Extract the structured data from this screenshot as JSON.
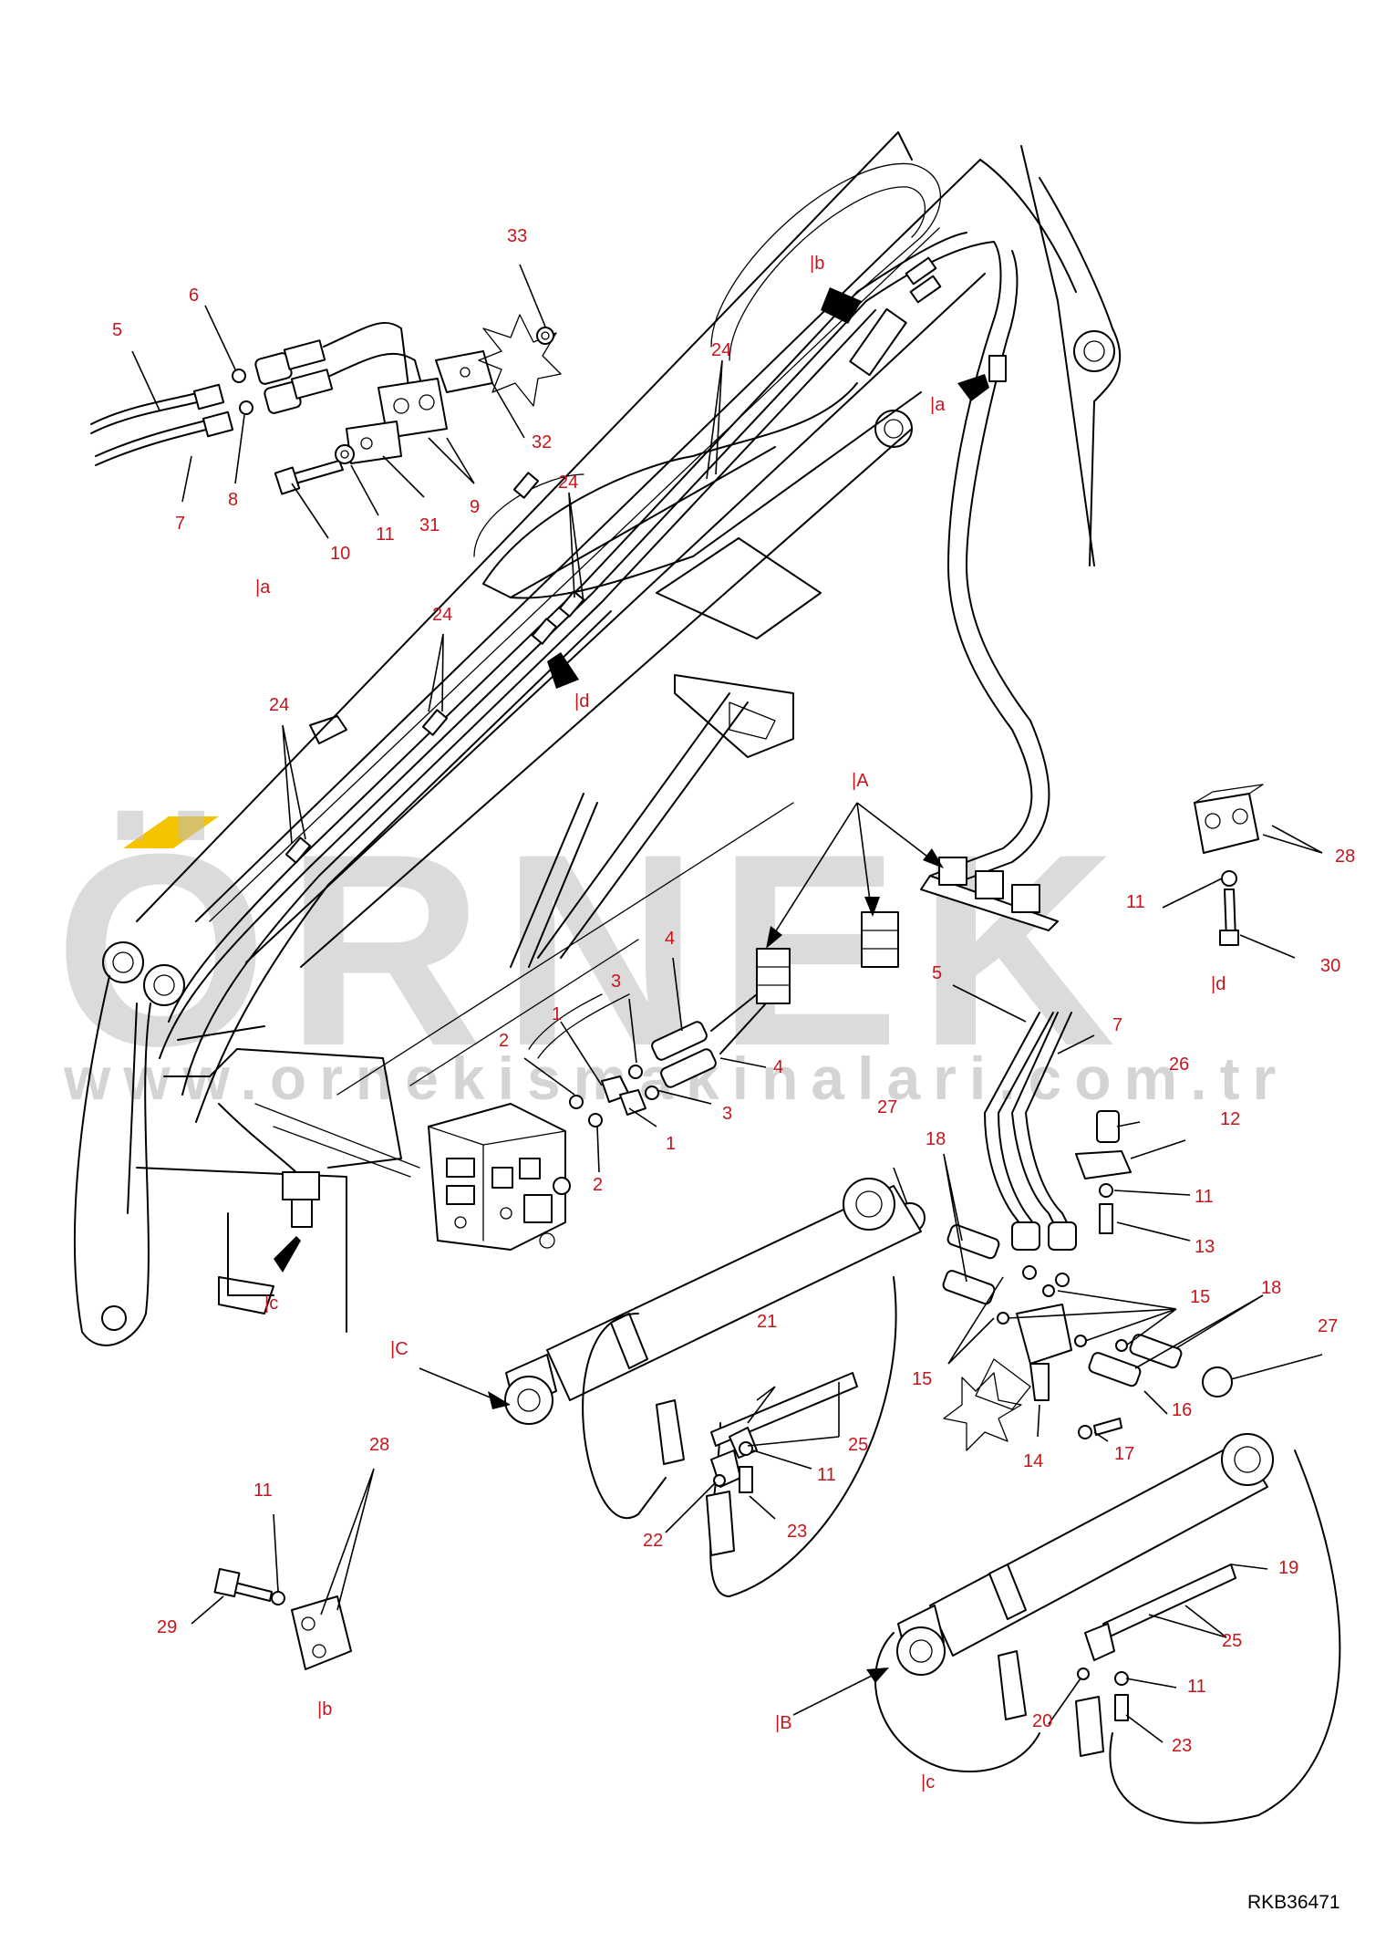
{
  "drawing_number": "RKB36471",
  "watermark": {
    "brand": "ÖRNEK",
    "url": "www.ornekismakinalari.com.tr",
    "accent_color": "#f5c400"
  },
  "colors": {
    "callout": "#c4161c",
    "line": "#000000",
    "watermark": "#bdbdbd"
  },
  "view_refs": {
    "a_top": "|a",
    "a_small": "|a",
    "b_top": "|b",
    "b_small": "|b",
    "c_small": "|c",
    "c_lower": "|c",
    "d_main": "|d",
    "d_right": "|d",
    "A": "|A",
    "B": "|B",
    "C": "|C"
  },
  "callouts": {
    "n5a": "5",
    "n6": "6",
    "n7a": "7",
    "n8": "8",
    "n10": "10",
    "n11a": "11",
    "n31": "31",
    "n9": "9",
    "n32": "32",
    "n33": "33",
    "n24a": "24",
    "n24b": "24",
    "n24c": "24",
    "n24d": "24",
    "n28a": "28",
    "n11b": "11",
    "n30": "30",
    "n4a": "4",
    "n3a": "3",
    "n1a": "1",
    "n2a": "2",
    "n4b": "4",
    "n3b": "3",
    "n1b": "1",
    "n2b": "2",
    "n5b": "5",
    "n7b": "7",
    "n26": "26",
    "n12": "12",
    "n11c": "11",
    "n13": "13",
    "n27a": "27",
    "n18a": "18",
    "n15a": "15",
    "n18b": "18",
    "n27b": "27",
    "n15b": "15",
    "n16": "16",
    "n17": "17",
    "n14": "14",
    "n21": "21",
    "n25a": "25",
    "n11d": "11",
    "n22": "22",
    "n23a": "23",
    "n28b": "28",
    "n11e": "11",
    "n29": "29",
    "n19": "19",
    "n25b": "25",
    "n11f": "11",
    "n20": "20",
    "n23b": "23"
  }
}
